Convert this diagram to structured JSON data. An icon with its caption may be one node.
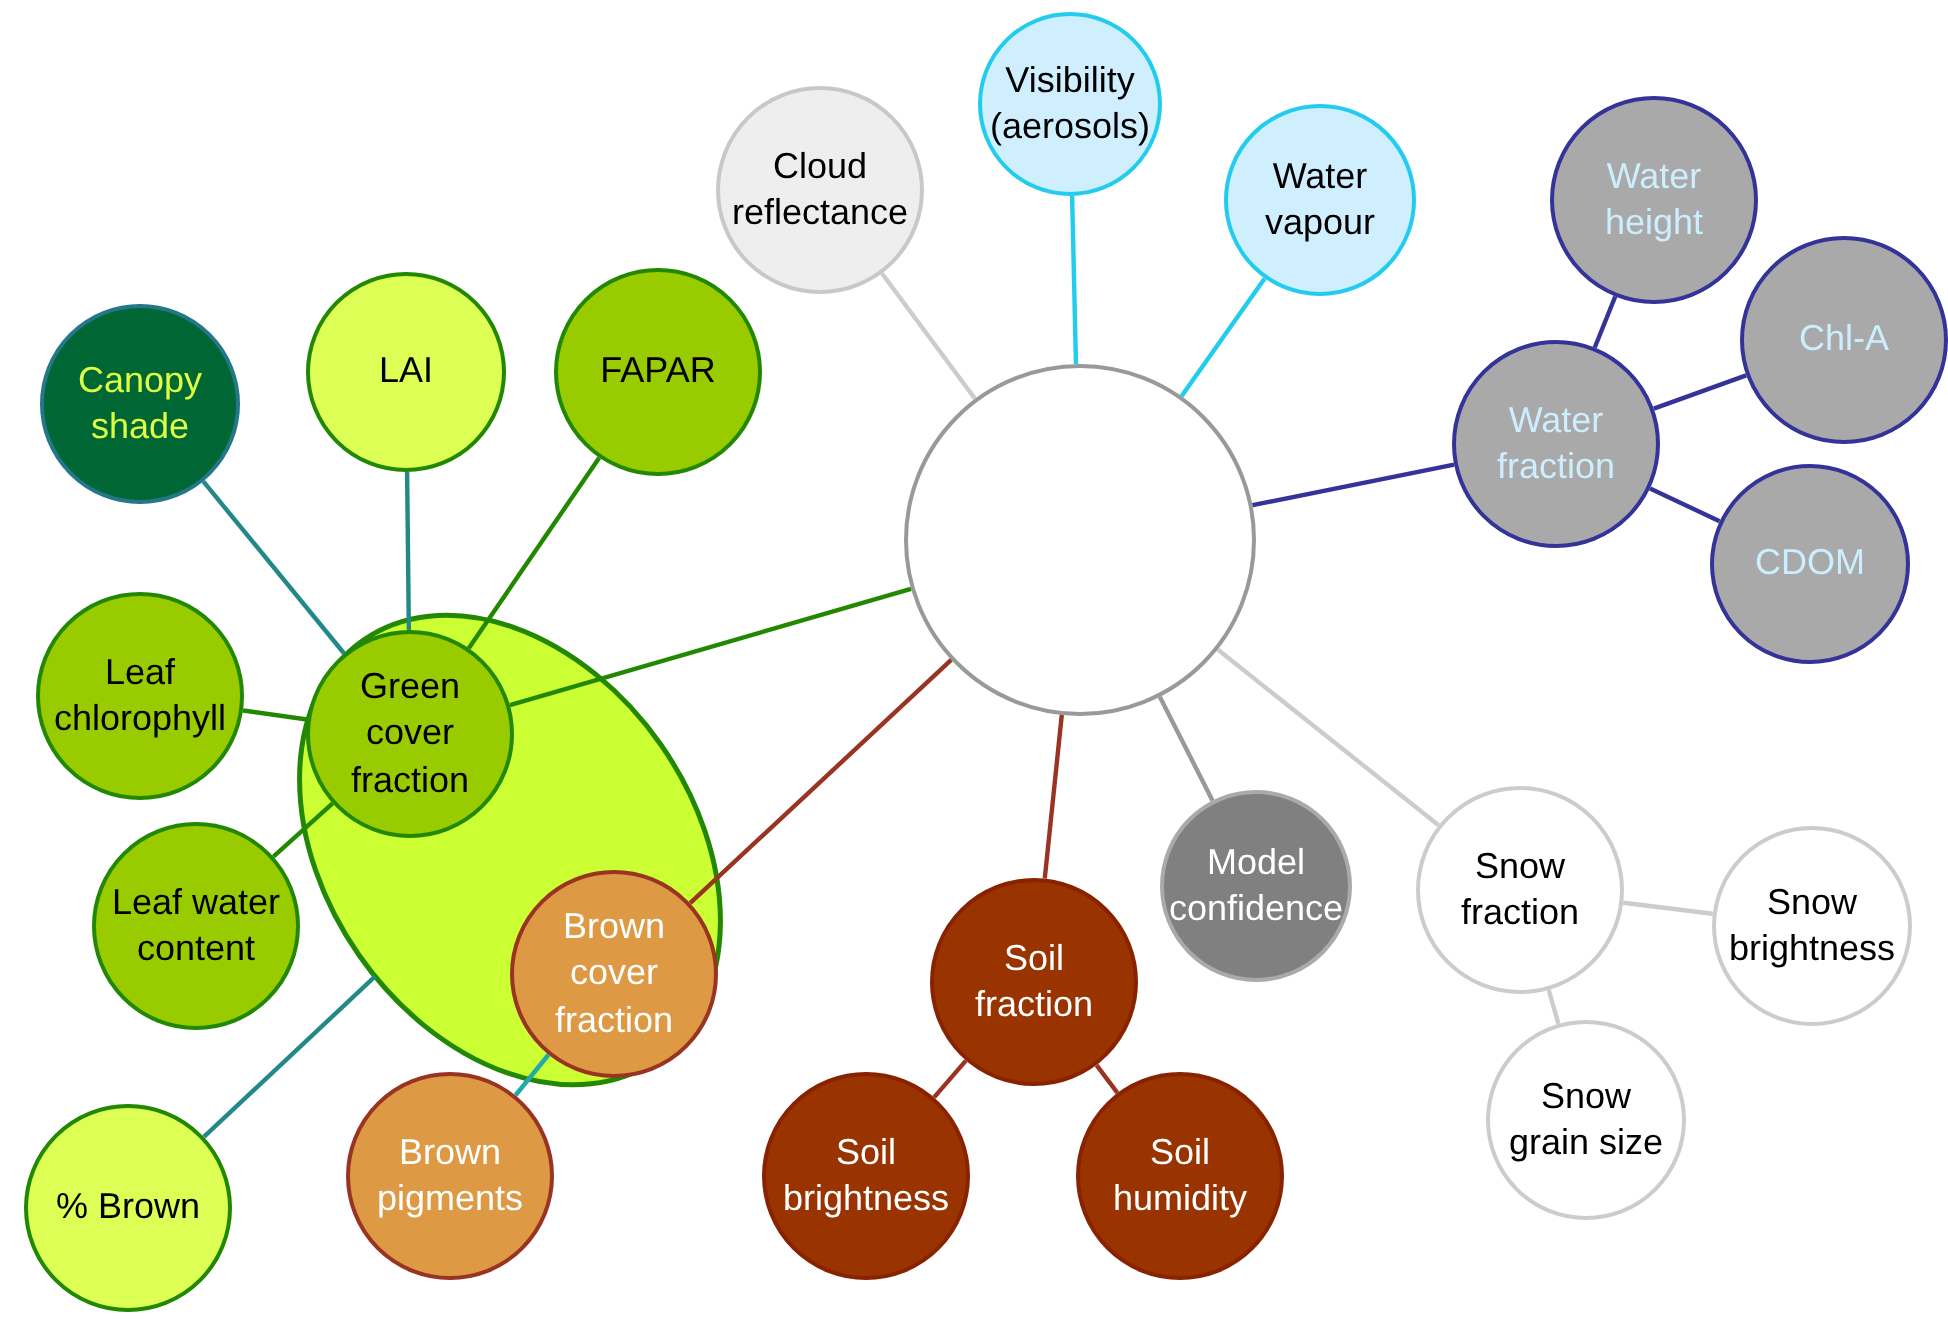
{
  "diagram": {
    "nodes": [
      {
        "text": [
          "Cloud reflectance"
        ]
      },
      {
        "text": [
          "Visibility (aerosols)"
        ]
      },
      {
        "text": [
          "Water vapour"
        ]
      },
      {
        "text": [
          "Water height"
        ]
      },
      {
        "text": [
          "Chl-A"
        ]
      },
      {
        "text": [
          "Water fraction"
        ]
      },
      {
        "text": [
          "CDOM"
        ]
      },
      {
        "text": [
          "Canopy shade"
        ]
      },
      {
        "text": [
          "LAI"
        ]
      },
      {
        "text": [
          "FAPAR"
        ]
      },
      {
        "text": [],
        "shape": "circle"
      },
      {
        "text": [],
        "shape": "ellipse"
      },
      {
        "text": [
          "Leaf chlorophyll"
        ]
      },
      {
        "text": [
          "Green cover fraction"
        ],
        "in": 11
      },
      {
        "text": [
          "Leaf water content"
        ]
      },
      {
        "text": [
          "Brown cover fraction"
        ],
        "in": 11
      },
      {
        "text": [
          "Model confidence"
        ]
      },
      {
        "text": [
          "Snow fraction"
        ]
      },
      {
        "text": [
          "Snow brightness"
        ]
      },
      {
        "text": [
          "Soil fraction"
        ]
      },
      {
        "text": [
          "Snow grain size"
        ]
      },
      {
        "text": [
          "% Brown"
        ]
      },
      {
        "text": [
          "Brown pigments"
        ]
      },
      {
        "text": [
          "Soil brightness"
        ]
      },
      {
        "text": [
          "Soil humidity"
        ]
      }
    ],
    "edges": [
      {
        "from": 10,
        "to": 0,
        "arrow": "none",
        "color": "#cccccc"
      },
      {
        "from": 10,
        "to": 1,
        "arrow": "none",
        "color": "#22ccee"
      },
      {
        "from": 10,
        "to": 2,
        "arrow": "none",
        "color": "#22ccee"
      },
      {
        "from": 10,
        "to": 5,
        "arrow": "none",
        "color": "#333399"
      },
      {
        "from": 5,
        "to": 3,
        "arrow": "none",
        "color": "#333399"
      },
      {
        "from": 5,
        "to": 4,
        "arrow": "none",
        "color": "#333399"
      },
      {
        "from": 5,
        "to": 6,
        "arrow": "none",
        "color": "#333399"
      },
      {
        "from": 10,
        "to": 13,
        "arrow": "none",
        "color": "#228800"
      },
      {
        "from": 10,
        "to": 15,
        "arrow": "none",
        "color": "#993322"
      },
      {
        "from": 10,
        "to": 19,
        "arrow": "none",
        "color": "#993322"
      },
      {
        "from": 10,
        "to": 16,
        "arrow": "none",
        "color": "#999999"
      },
      {
        "from": 10,
        "to": 17,
        "arrow": "none",
        "color": "#cccccc"
      },
      {
        "from": 17,
        "to": 18,
        "arrow": "none",
        "color": "#cccccc"
      },
      {
        "from": 17,
        "to": 20,
        "arrow": "none",
        "color": "#cccccc"
      },
      {
        "from": 19,
        "to": 23,
        "arrow": "none",
        "color": "#993322"
      },
      {
        "from": 19,
        "to": 24,
        "arrow": "none",
        "color": "#993322"
      },
      {
        "from": 13,
        "to": 7,
        "arrow": "none",
        "color": "#228888"
      },
      {
        "from": 13,
        "to": 8,
        "arrow": "none",
        "color": "#228888"
      },
      {
        "from": 13,
        "to": 9,
        "arrow": "none",
        "color": "#228800"
      },
      {
        "from": 13,
        "to": 12,
        "arrow": "none",
        "color": "#228800"
      },
      {
        "from": 13,
        "to": 14,
        "arrow": "none",
        "color": "#228800"
      },
      {
        "from": 11,
        "to": 21,
        "arrow": "none",
        "color": "#228888"
      },
      {
        "from": 15,
        "to": 22,
        "arrow": "none",
        "color": "#22aaaa"
      }
    ]
  }
}
